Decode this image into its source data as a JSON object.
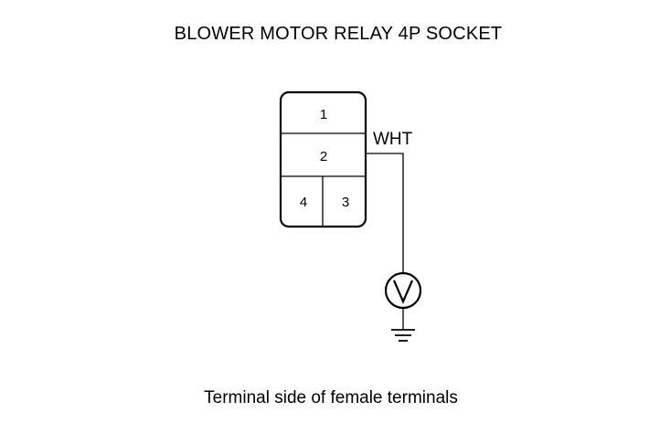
{
  "title": "BLOWER MOTOR RELAY 4P SOCKET",
  "caption": "Terminal side of female terminals",
  "connector": {
    "terminals": [
      {
        "id": "1",
        "label": "1"
      },
      {
        "id": "2",
        "label": "2"
      },
      {
        "id": "3",
        "label": "3"
      },
      {
        "id": "4",
        "label": "4"
      }
    ]
  },
  "wire": {
    "color_label": "WHT",
    "terminal": "2"
  },
  "meter": {
    "type": "voltmeter",
    "icon": "voltmeter-icon",
    "symbol": "V"
  },
  "ground": {
    "icon": "ground-icon"
  }
}
